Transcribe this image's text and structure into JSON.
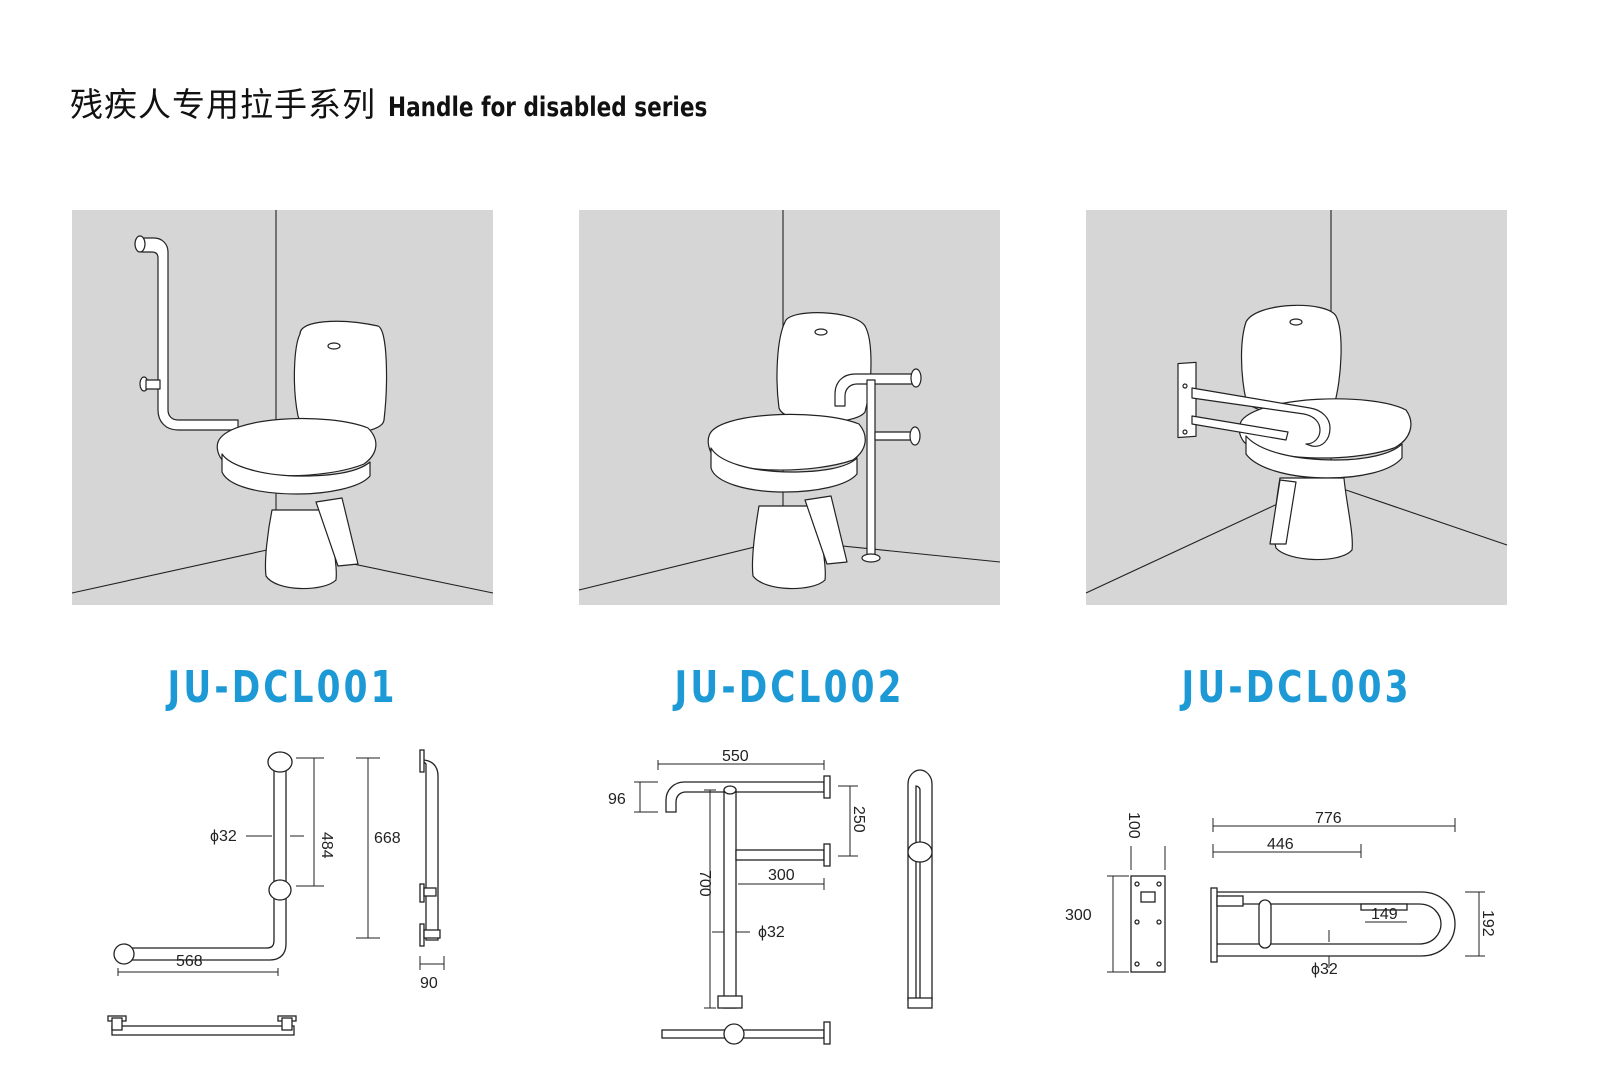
{
  "header": {
    "title_cn": "残疾人专用拉手系列",
    "title_en": "Handle for disabled series"
  },
  "products": [
    {
      "code": "JU-DCL001",
      "dims": {
        "d_height_upper": "484",
        "d_height_total": "668",
        "d_width": "568",
        "d_depth": "90",
        "d_diameter": "ϕ32"
      }
    },
    {
      "code": "JU-DCL002",
      "dims": {
        "d_width": "550",
        "d_hook": "96",
        "d_spacing": "250",
        "d_arm": "300",
        "d_height": "700",
        "d_diameter": "ϕ32"
      }
    },
    {
      "code": "JU-DCL003",
      "dims": {
        "d_total": "776",
        "d_mid": "446",
        "d_plate_top": "100",
        "d_plate_h": "300",
        "d_height": "192",
        "d_inner": "149",
        "d_diameter": "ϕ32"
      }
    }
  ],
  "icons": [
    "toilet-scene-icon",
    "grab-bar-drawing-icon"
  ]
}
